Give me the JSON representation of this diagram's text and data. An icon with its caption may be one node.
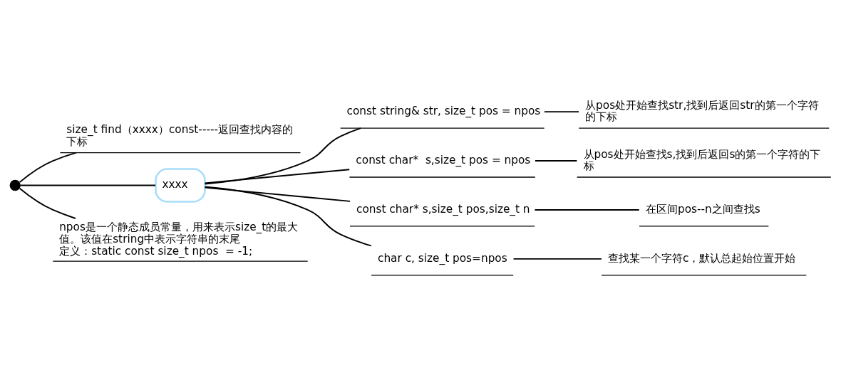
{
  "diagram": {
    "nodes": [
      {
        "text": [],
        "shape": "circle"
      },
      {
        "text": [
          "size_t find（xxxx）const-----返回查找内容的下标"
        ]
      },
      {
        "text": [
          "xxxx"
        ]
      },
      {
        "text": [
          "const string& str, size_t pos = npos"
        ]
      },
      {
        "text": [
          "从pos处开始查找str,找到后返回str的第一个字符的下标"
        ]
      },
      {
        "text": [
          "const char*  s,size_t pos = npos"
        ]
      },
      {
        "text": [
          "从pos处开始查找s,找到后返回s的第一个字符的下标"
        ]
      },
      {
        "text": [
          "const char* s,size_t pos,size_t n"
        ]
      },
      {
        "text": [
          "在区间pos--n之间查找s"
        ]
      },
      {
        "text": [
          "char c, size_t pos=npos"
        ]
      },
      {
        "text": [
          "查找某一个字符c，默认总起始位置开始"
        ]
      },
      {
        "text": [
          "npos是一个静态成员常量，用来表示size_t的最大值。该值在string中表示字符串的末尾",
          "定义：static const size_t npos  = -1;"
        ]
      }
    ],
    "edges": [
      {
        "from": 0,
        "to": 1,
        "arrow": "none"
      },
      {
        "from": 0,
        "to": 2,
        "arrow": "none"
      },
      {
        "from": 0,
        "to": 11,
        "arrow": "none"
      },
      {
        "from": 2,
        "to": 3,
        "arrow": "none"
      },
      {
        "from": 2,
        "to": 5,
        "arrow": "none"
      },
      {
        "from": 2,
        "to": 7,
        "arrow": "none"
      },
      {
        "from": 2,
        "to": 9,
        "arrow": "none"
      },
      {
        "from": 3,
        "to": 4,
        "arrow": "none"
      },
      {
        "from": 5,
        "to": 6,
        "arrow": "none"
      },
      {
        "from": 7,
        "to": 8,
        "arrow": "none"
      },
      {
        "from": 9,
        "to": 10,
        "arrow": "none"
      }
    ]
  }
}
